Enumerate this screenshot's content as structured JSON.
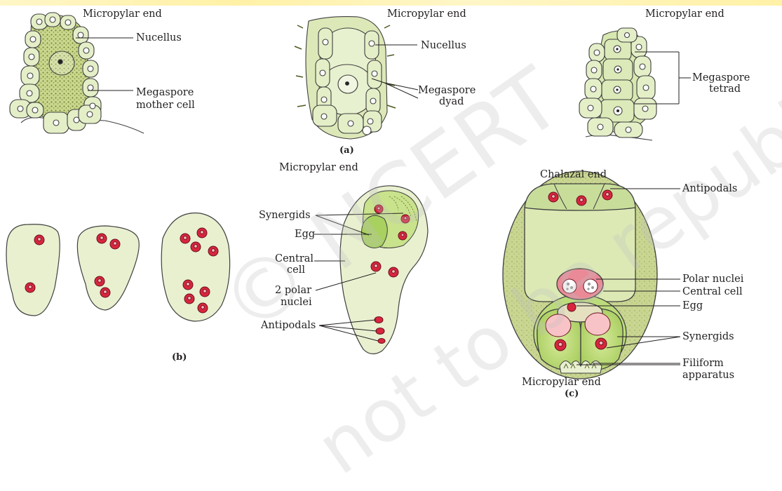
{
  "colors": {
    "cell_fill": "#e4efc8",
    "cell_stroke": "#3f3f3f",
    "nucleus_red": "#d7263d",
    "nucleus_pink": "#f3b6b8",
    "granular": "#8a9a45",
    "bright_green": "#a9d36a",
    "watermark": "#c8c8c8"
  },
  "labels": {
    "micropylar_end": "Micropylar end",
    "nucellus": "Nucellus",
    "megaspore_mother_cell_1": "Megaspore",
    "megaspore_mother_cell_2": "mother cell",
    "megaspore_dyad_1": "Megaspore",
    "megaspore_dyad_2": "dyad",
    "megaspore_tetrad_1": "Megaspore",
    "megaspore_tetrad_2": "tetrad",
    "caption_a": "(a)",
    "caption_b": "(b)",
    "caption_c": "(c)",
    "synergids": "Synergids",
    "egg": "Egg",
    "central_cell_1": "Central",
    "central_cell_2": "cell",
    "polar_nuclei_1": "2 polar",
    "polar_nuclei_2": "nuclei",
    "antipodals": "Antipodals",
    "chalazal_end": "Chalazal end",
    "polar_nuclei": "Polar nuclei",
    "central_cell": "Central cell",
    "filiform_1": "Filiform",
    "filiform_2": "apparatus"
  },
  "watermarks": {
    "ncert": "© NCERT",
    "not_republished": "not to be republished"
  }
}
